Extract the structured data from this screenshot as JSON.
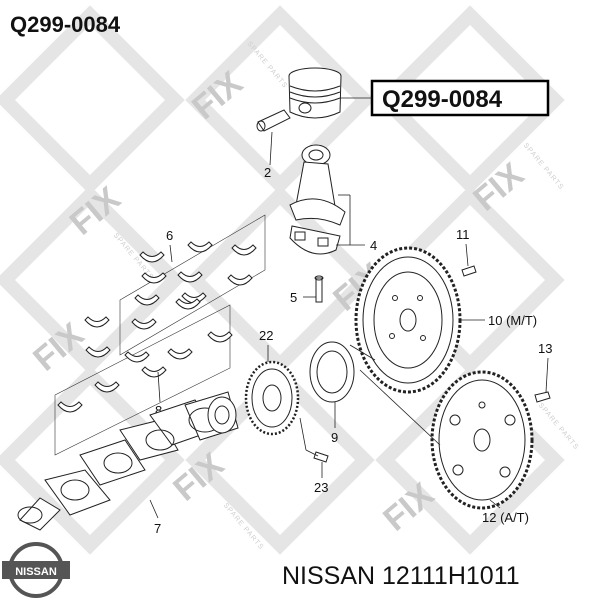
{
  "header_code": "Q299-0084",
  "callout_code": "Q299-0084",
  "watermark": {
    "brand": "FIX",
    "tagline": "SPARE PARTS"
  },
  "brand_logo_text": "NISSAN",
  "footer_text": "NISSAN 12111H1011",
  "labels": {
    "l2": "2",
    "l4": "4",
    "l5": "5",
    "l6": "6",
    "l7": "7",
    "l8": "8",
    "l9": "9",
    "l10": "10 (M/T)",
    "l11": "11",
    "l12": "12 (A/T)",
    "l13": "13",
    "l22": "22",
    "l23": "23"
  }
}
